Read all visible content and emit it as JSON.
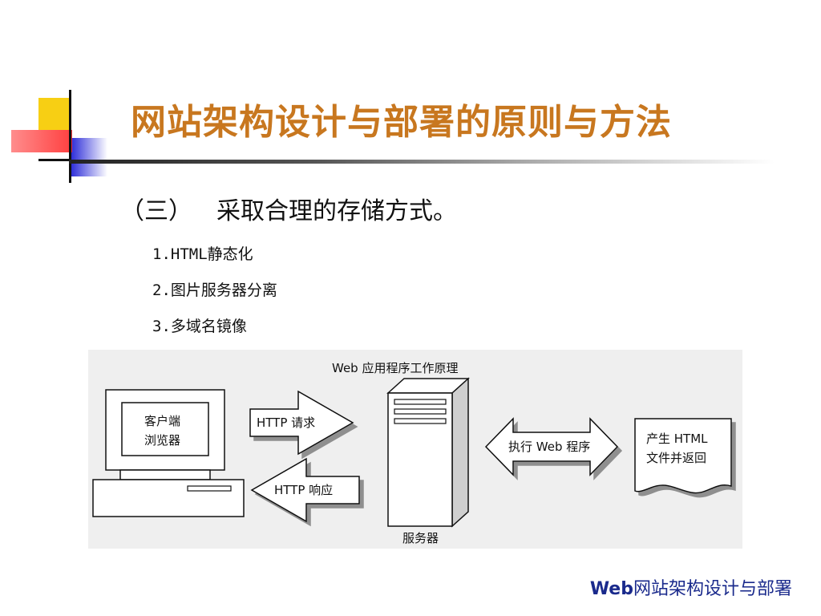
{
  "title": "网站架构设计与部署的原则与方法",
  "subtitle": {
    "number": "（三）",
    "text": "采取合理的存储方式。"
  },
  "bullets": [
    "1.HTML静态化",
    "2.图片服务器分离",
    "3.多域名镜像"
  ],
  "diagram": {
    "heading": "Web 应用程序工作原理",
    "client_line1": "客户端",
    "client_line2": "浏览器",
    "request": "HTTP 请求",
    "response": "HTTP 响应",
    "server": "服务器",
    "execute": "执行 Web 程序",
    "output_line1": "产生 HTML",
    "output_line2": "文件并返回"
  },
  "footer": {
    "bold": "Web",
    "text": "网站架构设计与部署"
  },
  "colors": {
    "title": "#c8771f",
    "footer": "#1a2a8c",
    "diagram_bg": "#efefef"
  }
}
